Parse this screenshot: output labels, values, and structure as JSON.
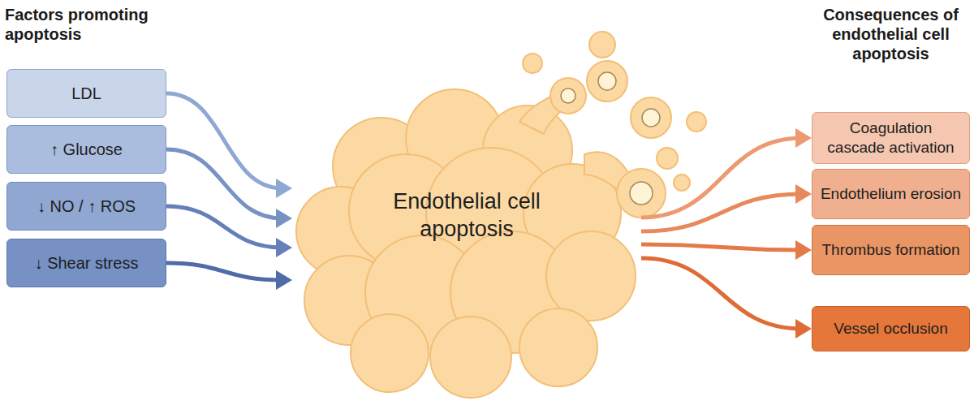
{
  "diagram": {
    "nodes": [
      {
        "text": [
          "LDL"
        ]
      },
      {
        "text": [
          "↑ Glucose"
        ]
      },
      {
        "text": [
          "↓ NO / ↑ ROS"
        ]
      },
      {
        "text": [
          "↓ Shear stress"
        ]
      },
      {
        "text": [
          "Endothelial cell apoptosis"
        ]
      },
      {
        "text": [
          "Coagulation cascade activation"
        ]
      },
      {
        "text": [
          "Endothelium erosion"
        ]
      },
      {
        "text": [
          "Thrombus formation"
        ]
      },
      {
        "text": [
          "Vessel occlusion"
        ]
      }
    ],
    "edges": [
      {
        "from": 0,
        "to": 4,
        "arrow": "to"
      },
      {
        "from": 1,
        "to": 4,
        "arrow": "to"
      },
      {
        "from": 2,
        "to": 4,
        "arrow": "to"
      },
      {
        "from": 3,
        "to": 4,
        "arrow": "to"
      },
      {
        "from": 4,
        "to": 5,
        "arrow": "to"
      },
      {
        "from": 4,
        "to": 6,
        "arrow": "to"
      },
      {
        "from": 4,
        "to": 7,
        "arrow": "to"
      },
      {
        "from": 4,
        "to": 8,
        "arrow": "to"
      }
    ],
    "labels": [
      "Factors promoting apoptosis",
      "Consequences of endothelial cell apoptosis"
    ]
  }
}
